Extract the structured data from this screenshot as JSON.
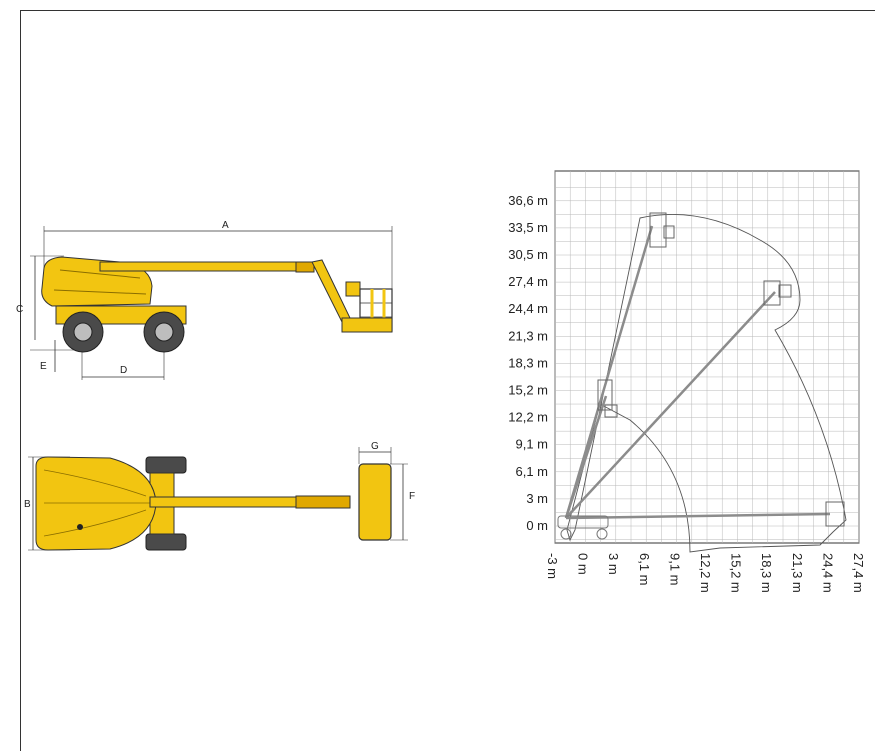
{
  "side_view": {
    "dims": {
      "A": "A",
      "C": "C",
      "D": "D",
      "E": "E"
    }
  },
  "top_view": {
    "dims": {
      "B": "B",
      "F": "F",
      "G": "G"
    }
  },
  "colors": {
    "machine_yellow": "#f2c511",
    "tire": "#4a4a4a",
    "grid": "#b8b8b8",
    "envelope": "#555555"
  },
  "chart_data": {
    "type": "diagram",
    "y_ticks": [
      "0 m",
      "3 m",
      "6,1 m",
      "9,1 m",
      "12,2 m",
      "15,2 m",
      "18,3 m",
      "21,3 m",
      "24,4 m",
      "27,4 m",
      "30,5 m",
      "33,5 m",
      "36,6 m"
    ],
    "x_ticks": [
      "-3 m",
      "0 m",
      "3 m",
      "6,1 m",
      "9,1 m",
      "12,2 m",
      "15,2 m",
      "18,3 m",
      "21,3 m",
      "24,4 m",
      "27,4 m"
    ]
  }
}
